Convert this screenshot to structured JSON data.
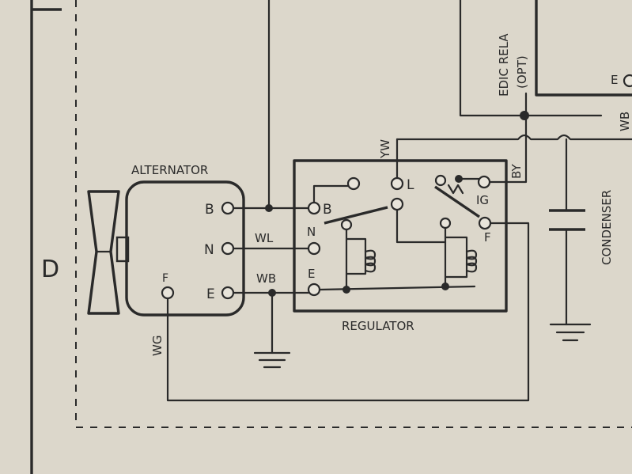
{
  "section_letter": "D",
  "blocks": {
    "alternator": "ALTERNATOR",
    "regulator": "REGULATOR",
    "condenser": "CONDENSER",
    "relay_line1": "EDIC RELA",
    "relay_line2": "(OPT)"
  },
  "alternator_terminals": {
    "b": "B",
    "n": "N",
    "e": "E",
    "f": "F"
  },
  "regulator_terminals": {
    "b": "B",
    "n": "N",
    "e": "E",
    "l": "L",
    "ig": "IG",
    "f": "F"
  },
  "wire_codes": {
    "wl": "WL",
    "wb": "WB",
    "wg": "WG",
    "yw": "YW",
    "by": "BY"
  },
  "relay_terminals": {
    "e": "E",
    "wb": "WB"
  }
}
